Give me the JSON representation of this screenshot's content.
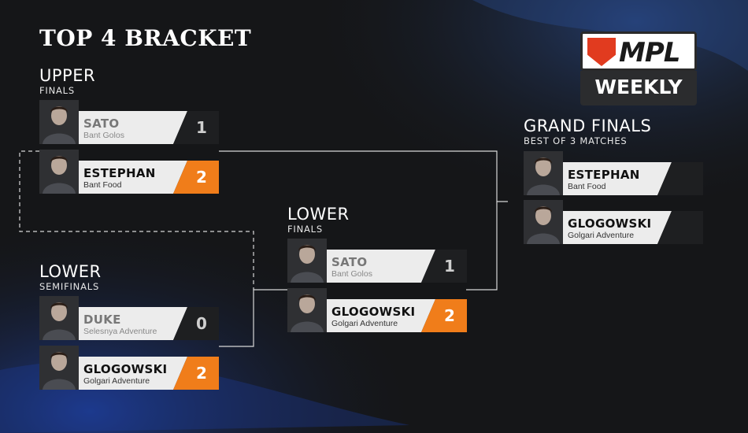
{
  "title": "TOP 4 BRACKET",
  "logo": {
    "mark": "MPL",
    "sub": "WEEKLY"
  },
  "upper": {
    "label": "UPPER",
    "sub": "FINALS"
  },
  "lower_semis": {
    "label": "LOWER",
    "sub": "SEMIFINALS"
  },
  "lower_finals": {
    "label": "LOWER",
    "sub": "FINALS"
  },
  "grand_finals": {
    "label": "GRAND FINALS",
    "sub": "BEST OF 3 MATCHES"
  },
  "matches": {
    "upper_finals": [
      {
        "name": "SATO",
        "deck": "Bant Golos",
        "score": "1",
        "result": "lose"
      },
      {
        "name": "ESTEPHAN",
        "deck": "Bant Food",
        "score": "2",
        "result": "win"
      }
    ],
    "lower_semis": [
      {
        "name": "DUKE",
        "deck": "Selesnya Adventure",
        "score": "0",
        "result": "lose"
      },
      {
        "name": "GLOGOWSKI",
        "deck": "Golgari Adventure",
        "score": "2",
        "result": "win"
      }
    ],
    "lower_finals": [
      {
        "name": "SATO",
        "deck": "Bant Golos",
        "score": "1",
        "result": "lose"
      },
      {
        "name": "GLOGOWSKI",
        "deck": "Golgari Adventure",
        "score": "2",
        "result": "win"
      }
    ],
    "grand_finals": [
      {
        "name": "ESTEPHAN",
        "deck": "Bant Food",
        "score": "",
        "result": "pending"
      },
      {
        "name": "GLOGOWSKI",
        "deck": "Golgari Adventure",
        "score": "",
        "result": "pending"
      }
    ]
  },
  "colors": {
    "accent": "#f07d1a",
    "card_bg": "#ececec",
    "background": "#151618"
  }
}
